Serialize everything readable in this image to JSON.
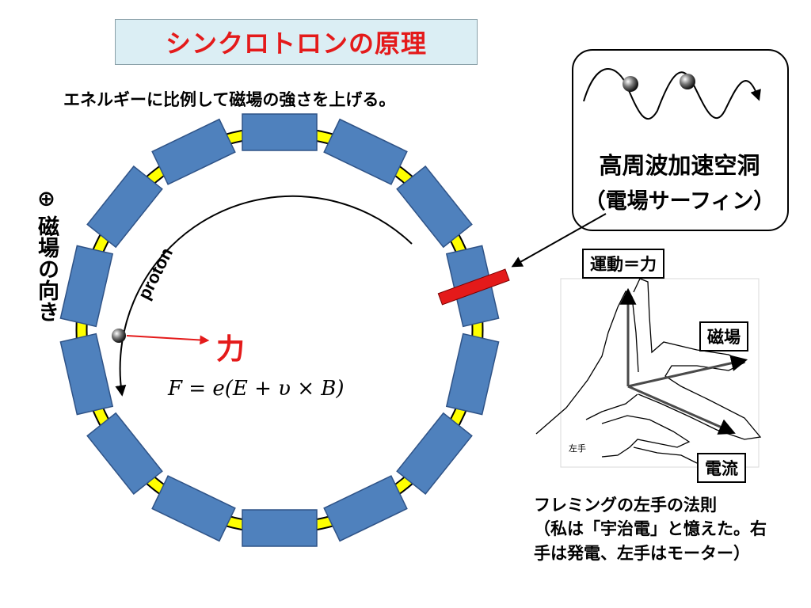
{
  "title": "シンクロトロンの原理",
  "subtitle": "エネルギーに比例して磁場の強さを上げる。",
  "field_direction": "⊕ 磁場の向き",
  "particle_label": "proton",
  "force_label": "力",
  "formula": "F = e(E + υ × B)",
  "rf_cavity": {
    "title": "高周波加速空洞",
    "subtitle": "（電場サーフィン）"
  },
  "fleming": {
    "motion": "運動＝力",
    "field": "磁場",
    "current": "電流",
    "left_hand": "左手",
    "title": "フレミングの左手の法則",
    "note_line1": "（私は「宇治電」と憶えた。右",
    "note_line2": "手は発電、左手はモーター）"
  },
  "colors": {
    "title": "#e41a1a",
    "title_bg": "#dbeef4",
    "magnet": "#4f81bd",
    "magnet_border": "#2f5387",
    "ring": "#ffff00",
    "rf_cavity": "#e41a1a",
    "force_arrow": "#e41a1a"
  }
}
